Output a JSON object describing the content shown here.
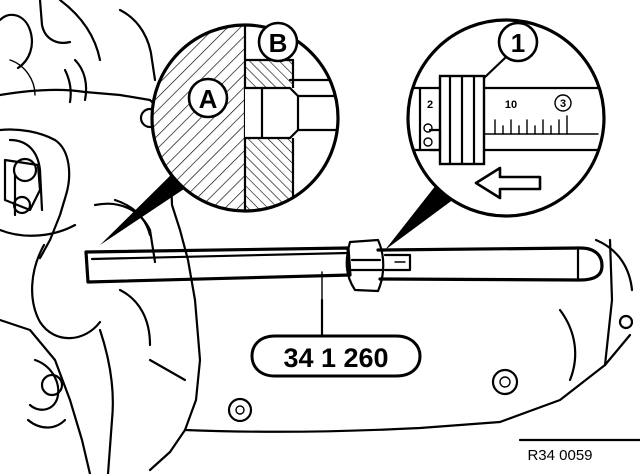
{
  "callouts": {
    "a": "A",
    "b": "B",
    "one": "1"
  },
  "tool": {
    "number": "34 1 260"
  },
  "scale": {
    "tick_left": "2",
    "tick_mid": "10",
    "tick_right": "3"
  },
  "figure": {
    "reference": "R34 0059"
  }
}
